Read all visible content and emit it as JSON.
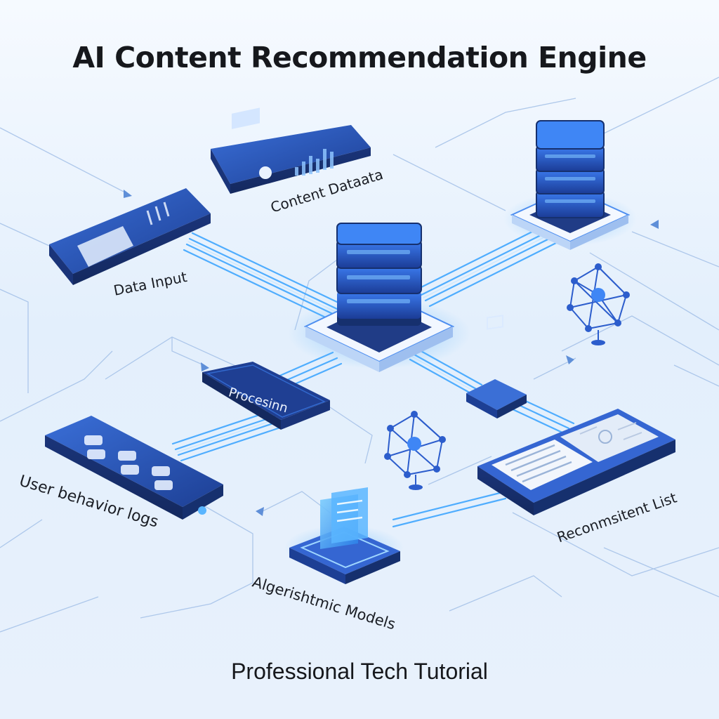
{
  "title": "AI Content Recommendation Engine",
  "subtitle": "Professional Tech Tutorial",
  "nodes": {
    "content_data": {
      "label": "Content Dataata"
    },
    "data_input": {
      "label": "Data Input"
    },
    "processing": {
      "label": "Procesinn"
    },
    "user_logs": {
      "label": "User behavior logs"
    },
    "algorithmic_models": {
      "label": "Algerishtmic Models"
    },
    "recommendation_list": {
      "label": "Reconmsitent List"
    }
  },
  "colors": {
    "accent": "#2f6fe4",
    "glow": "#3fa6ff",
    "panel_dark": "#1e3f8f",
    "panel_mid": "#2c5dcc",
    "background": "#e9f2fd"
  },
  "icons": [
    "server-stack-icon",
    "neural-network-icon",
    "document-icon",
    "chip-icon"
  ]
}
